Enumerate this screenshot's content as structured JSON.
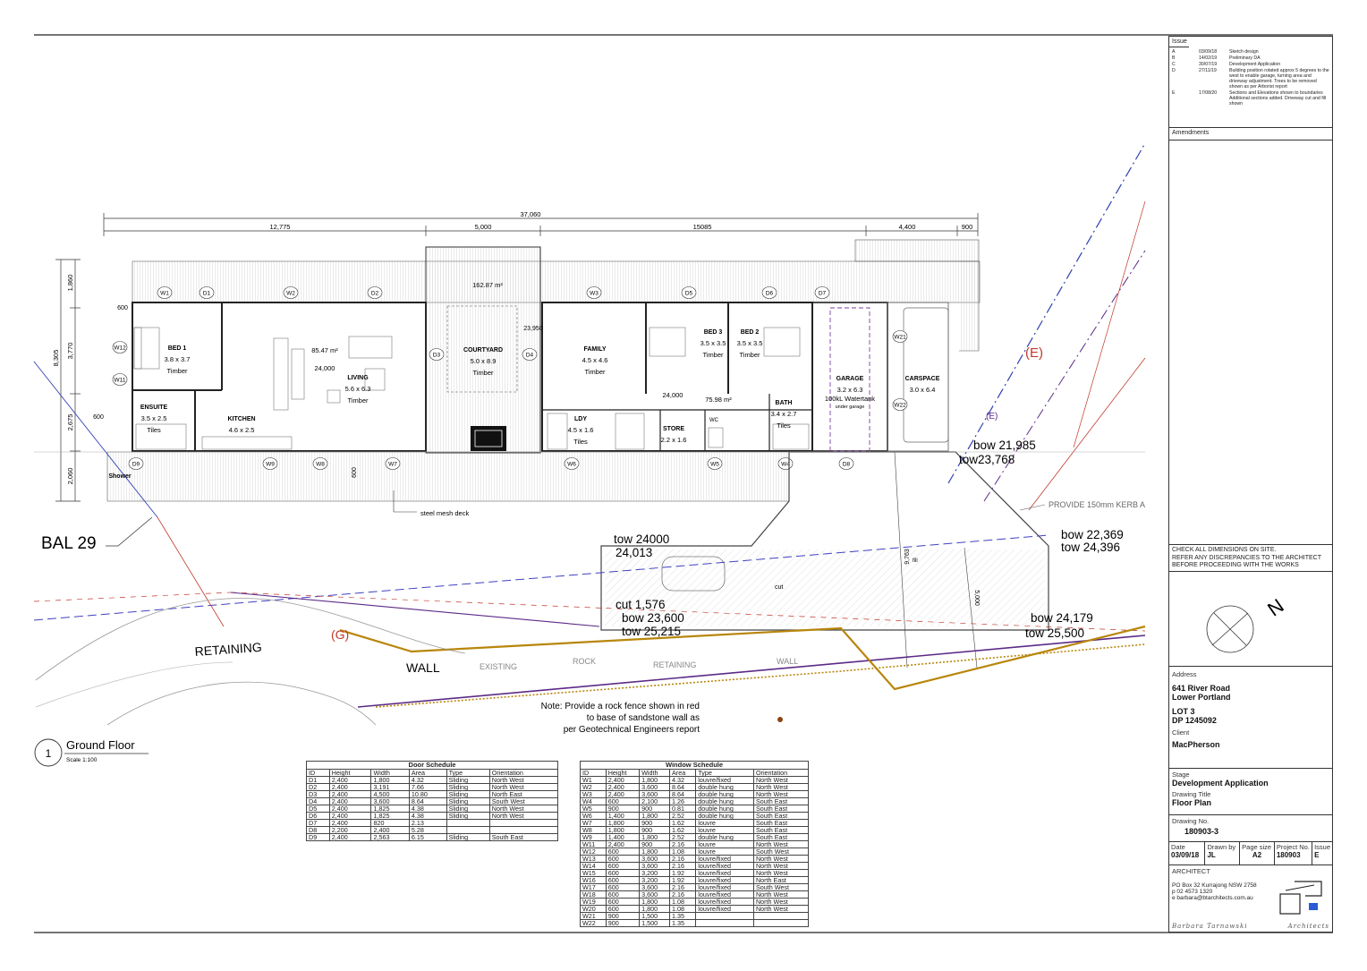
{
  "issues": {
    "heading": "Issue",
    "rows": [
      {
        "code": "A",
        "date": "03/09/18",
        "desc": "Sketch design"
      },
      {
        "code": "B",
        "date": "14/02/19",
        "desc": "Preliminary DA"
      },
      {
        "code": "C",
        "date": "30/07/19",
        "desc": "Development Application"
      },
      {
        "code": "D",
        "date": "27/11/19",
        "desc": "Building position rotated approx 5 degrees to the west to enable garage, turning area and driveway adjustment. Trees to be removed shown as per Arborist report"
      },
      {
        "code": "E",
        "date": "17/08/20",
        "desc": "Sections and Elevations shown to boundaries Additional sections added. Driveway cut and fill shown"
      }
    ]
  },
  "amendments_heading": "Amendments",
  "notice": [
    "CHECK ALL DIMENSIONS ON SITE.",
    "REFER ANY DISCREPANCIES TO THE ARCHITECT",
    "BEFORE PROCEEDING WITH THE WORKS"
  ],
  "north_label": "N",
  "project": {
    "address_label": "Address",
    "address_1": "641 River Road",
    "address_2": "Lower Portland",
    "lot": "LOT 3",
    "dp": "DP 1245092",
    "client_label": "Client",
    "client": "MacPherson",
    "stage_label": "Stage",
    "stage": "Development Application",
    "title_label": "Drawing Title",
    "title": "Floor Plan",
    "number_label": "Drawing No.",
    "number": "180903-3",
    "date_label": "Date",
    "date": "03/09/18",
    "drawn_label": "Drawn by",
    "drawn": "JL",
    "size_label": "Page size",
    "size": "A2",
    "projno_label": "Project No.",
    "projno": "180903",
    "issue_label": "Issue",
    "issue": "E",
    "architect_label": "ARCHITECT",
    "contact_1": "PO Box 32 Kurrajong NSW 2758",
    "contact_2": "p 02 4573 1320",
    "contact_3": "e barbara@btarchitects.com.au",
    "firm_1": "Barbara Tarnawski",
    "firm_2": "Architects"
  },
  "drawing": {
    "number": "1",
    "title": "Ground Floor",
    "scale": "Scale 1:100",
    "dims": {
      "overall": "37,060",
      "d1": "12,775",
      "d2": "5,000",
      "d3": "15085",
      "d4": "4,400",
      "d5": "900",
      "v1": "1,860",
      "v2": "3,770",
      "v3": "8,305",
      "v4": "2,675",
      "v5": "2,060",
      "w1": "600",
      "w2": "600",
      "w3": "600",
      "inner1": "24,000",
      "inner2": "24,000",
      "court": "23,950",
      "drive1": "9,763",
      "drive2": "5,000"
    },
    "areas": {
      "courtyard": "162.87 m²",
      "living": "85.47 m²",
      "family": "75.98 m²"
    },
    "rooms": [
      {
        "name": "BED 1",
        "size": "3.8 x 3.7",
        "finish": "Timber"
      },
      {
        "name": "ENSUITE",
        "size": "3.5 x 2.5",
        "finish": "Tiles"
      },
      {
        "name": "KITCHEN",
        "size": "4.6 x 2.5",
        "finish": ""
      },
      {
        "name": "LIVING",
        "size": "5.6 x 6.3",
        "finish": "Timber"
      },
      {
        "name": "COURTYARD",
        "size": "5.0 x 8.9",
        "finish": "Timber"
      },
      {
        "name": "FAMILY",
        "size": "4.5 x 4.6",
        "finish": "Timber"
      },
      {
        "name": "LDY",
        "size": "4.5 x 1.6",
        "finish": "Tiles"
      },
      {
        "name": "STORE",
        "size": "2.2 x 1.6",
        "finish": ""
      },
      {
        "name": "BED 3",
        "size": "3.5 x 3.5",
        "finish": "Timber"
      },
      {
        "name": "BED 2",
        "size": "3.5 x 3.5",
        "finish": "Timber"
      },
      {
        "name": "BATH",
        "size": "3.4 x 2.7",
        "finish": "Tiles"
      },
      {
        "name": "GARAGE",
        "size": "3.2 x 6.3",
        "finish": ""
      },
      {
        "name": "CARSPACE",
        "size": "3.0 x 6.4",
        "finish": ""
      }
    ],
    "wc": "WC",
    "shower": "Shower",
    "tank": "100kL Watertank",
    "tank_note": "under garage",
    "deck_note": "steel mesh deck",
    "bal": "BAL 29",
    "marks_top": [
      "W1",
      "D1",
      "W2",
      "D2",
      "W3",
      "D5",
      "D6",
      "D7"
    ],
    "marks_bottom": [
      "D9",
      "W9",
      "W8",
      "W7",
      "W6",
      "W5",
      "W4",
      "D8"
    ],
    "marks_side": [
      "W12",
      "W11",
      "D3",
      "D4",
      "W21",
      "W22"
    ],
    "levels": [
      {
        "a": "bow 21,985",
        "b": "tow23,768"
      },
      {
        "a": "bow 22,369",
        "b": "tow 24,396"
      },
      {
        "a": "tow 24000",
        "b": "24,013"
      },
      {
        "a": "cut 1,576",
        "b": "bow 23,600",
        "c": "tow 25,215"
      },
      {
        "a": "bow 24,179",
        "b": "tow 25,500"
      }
    ],
    "kerb": "PROVIDE 150mm KERB A",
    "fill": "fill",
    "cut": "cut",
    "marker_e": "(E)",
    "marker_e_small": "(E)",
    "marker_g": "(G)",
    "retaining": "RETAINING",
    "wall": "WALL",
    "existing_words": [
      "EXISTING",
      "ROCK",
      "RETAINING",
      "WALL"
    ],
    "rock_note": [
      "Note: Provide a rock fence shown in red",
      "to base of sandstone wall as",
      "per Geotechnical Engineers report"
    ]
  },
  "door_schedule": {
    "title": "Door Schedule",
    "headers": [
      "ID",
      "Height",
      "Width",
      "Area",
      "Type",
      "Orientation"
    ],
    "rows": [
      [
        "D1",
        "2,400",
        "1,800",
        "4.32",
        "Sliding",
        "North West"
      ],
      [
        "D2",
        "2,400",
        "3,191",
        "7.66",
        "Sliding",
        "North West"
      ],
      [
        "D3",
        "2,400",
        "4,500",
        "10.80",
        "Sliding",
        "North East"
      ],
      [
        "D4",
        "2,400",
        "3,600",
        "8.64",
        "Sliding",
        "South West"
      ],
      [
        "D5",
        "2,400",
        "1,825",
        "4.38",
        "Sliding",
        "North West"
      ],
      [
        "D6",
        "2,400",
        "1,825",
        "4.38",
        "Sliding",
        "North West"
      ],
      [
        "D7",
        "2,400",
        "820",
        "2.13",
        "",
        ""
      ],
      [
        "D8",
        "2,200",
        "2,400",
        "5.28",
        "",
        ""
      ],
      [
        "D9",
        "2,400",
        "2,563",
        "6.15",
        "Sliding",
        "South East"
      ]
    ]
  },
  "window_schedule": {
    "title": "Window Schedule",
    "headers": [
      "ID",
      "Height",
      "Width",
      "Area",
      "Type",
      "Orientation"
    ],
    "rows": [
      [
        "W1",
        "2,400",
        "1,800",
        "4.32",
        "louvre/fixed",
        "North West"
      ],
      [
        "W2",
        "2,400",
        "3,600",
        "8.64",
        "double hung",
        "North West"
      ],
      [
        "W3",
        "2,400",
        "3,600",
        "8.64",
        "double hung",
        "North West"
      ],
      [
        "W4",
        "600",
        "2,100",
        "1.26",
        "double hung",
        "South East"
      ],
      [
        "W5",
        "900",
        "900",
        "0.81",
        "double hung",
        "South East"
      ],
      [
        "W6",
        "1,400",
        "1,800",
        "2.52",
        "double hung",
        "South East"
      ],
      [
        "W7",
        "1,800",
        "900",
        "1.62",
        "louvre",
        "South East"
      ],
      [
        "W8",
        "1,800",
        "900",
        "1.62",
        "louvre",
        "South East"
      ],
      [
        "W9",
        "1,400",
        "1,800",
        "2.52",
        "double hung",
        "South East"
      ],
      [
        "W11",
        "2,400",
        "900",
        "2.16",
        "louvre",
        "North West"
      ],
      [
        "W12",
        "600",
        "1,800",
        "1.08",
        "louvre",
        "South West"
      ],
      [
        "W13",
        "600",
        "3,600",
        "2.16",
        "louvre/fixed",
        "North West"
      ],
      [
        "W14",
        "600",
        "3,600",
        "2.16",
        "louvre/fixed",
        "North West"
      ],
      [
        "W15",
        "600",
        "3,200",
        "1.92",
        "louvre/fixed",
        "North West"
      ],
      [
        "W16",
        "600",
        "3,200",
        "1.92",
        "louvre/fixed",
        "North East"
      ],
      [
        "W17",
        "600",
        "3,600",
        "2.16",
        "louvre/fixed",
        "South West"
      ],
      [
        "W18",
        "600",
        "3,600",
        "2.16",
        "louvre/fixed",
        "North West"
      ],
      [
        "W19",
        "600",
        "1,800",
        "1.08",
        "louvre/fixed",
        "North West"
      ],
      [
        "W20",
        "600",
        "1,800",
        "1.08",
        "louvre/fixed",
        "North West"
      ],
      [
        "W21",
        "900",
        "1,500",
        "1.35",
        "",
        ""
      ],
      [
        "W22",
        "900",
        "1,500",
        "1.35",
        "",
        ""
      ]
    ]
  },
  "colors": {
    "line": "#333333",
    "red": "#c0392b",
    "purple": "#5b2a86",
    "blue": "#3040b0",
    "ochre": "#b8860b",
    "hatch": "#bbbbbb"
  }
}
